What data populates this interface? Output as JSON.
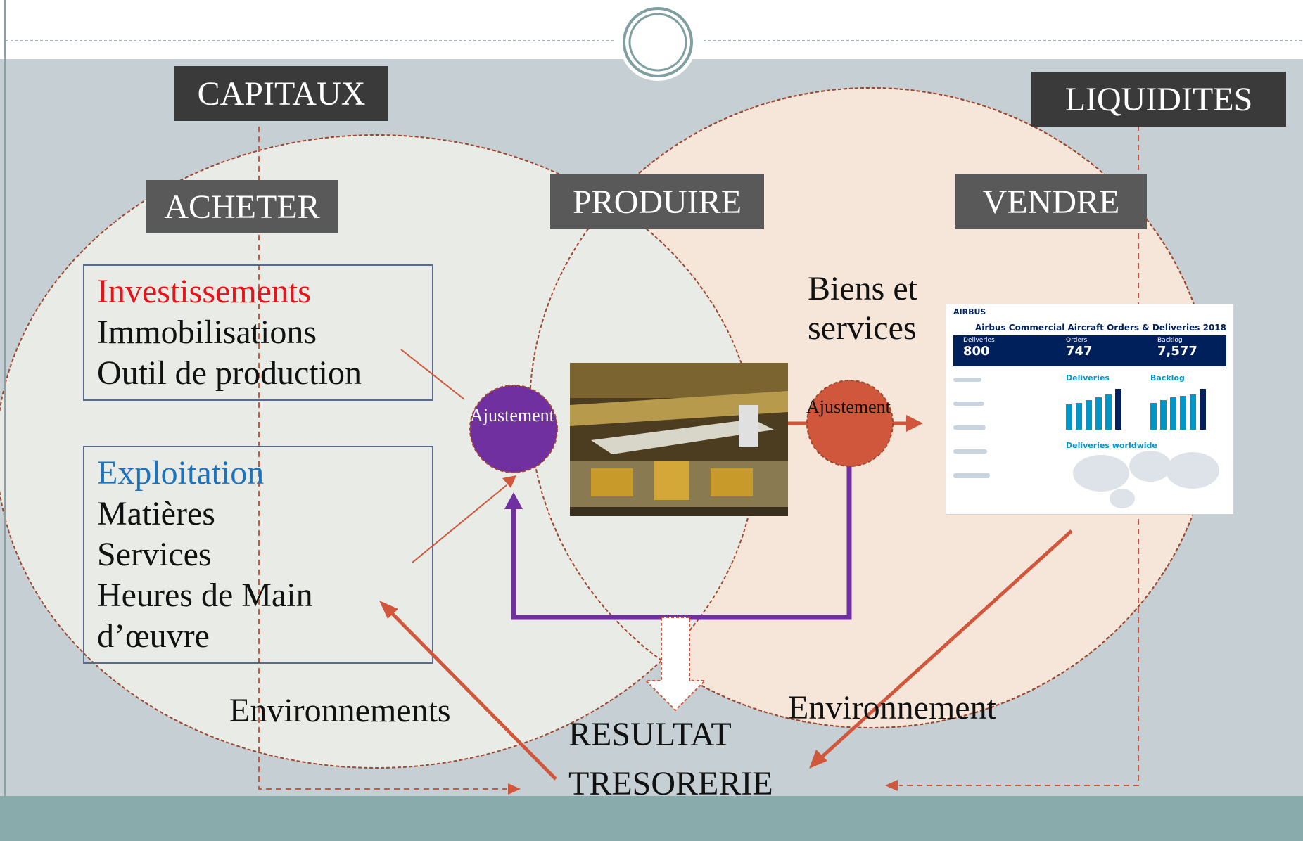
{
  "labels": {
    "capitaux": "CAPITAUX",
    "liquidites": "LIQUIDITES",
    "acheter": "ACHETER",
    "produire": "PRODUIRE",
    "vendre": "VENDRE"
  },
  "investissements": {
    "title": "Investissements",
    "lines": [
      "Immobilisations",
      "Outil de production"
    ]
  },
  "exploitation": {
    "title": "Exploitation",
    "lines": [
      "Matières",
      "Services",
      "Heures de Main",
      "d’œuvre"
    ]
  },
  "ajustement_left": "Ajustement",
  "ajustement_right": "Ajustement",
  "biens_services": [
    "Biens et",
    "services"
  ],
  "environnements_left": "Environnements",
  "environnement_right": "Environnement",
  "resultat": "RESULTAT",
  "tresorerie": "TRESORERIE",
  "infographic": {
    "brand": "AIRBUS",
    "title": "Airbus Commercial Aircraft Orders & Deliveries 2018",
    "deliveries_label": "Deliveries",
    "deliveries_value": "800",
    "orders_label": "Orders",
    "orders_value": "747",
    "backlog_label": "Backlog",
    "backlog_value": "7,577",
    "chart1_title": "Deliveries",
    "chart2_title": "Backlog",
    "worldwide_title": "Deliveries worldwide"
  },
  "colors": {
    "left_circle": "#e8ebe6",
    "right_circle": "#f6e6da",
    "circle_stroke": "#a0472e",
    "purple": "#7030a0",
    "orange_red": "#d0573b",
    "label_box": "#595959",
    "label_box_dark": "#3a3a3a",
    "bottom_band": "#8aabab"
  },
  "icons": [
    "top-ring-icon",
    "down-arrow-icon"
  ]
}
